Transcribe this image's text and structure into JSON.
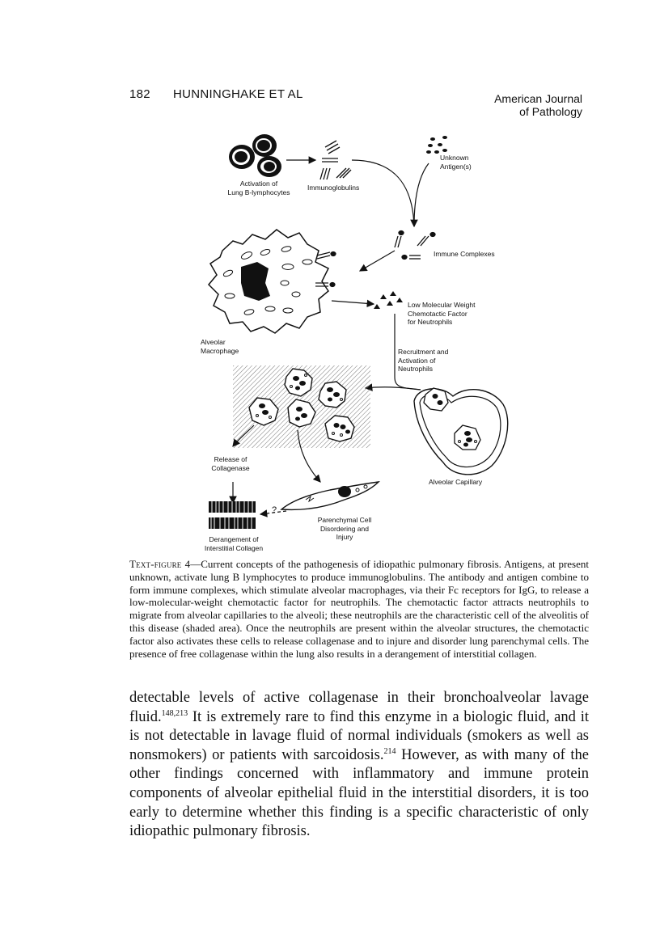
{
  "header": {
    "page_number": "182",
    "authors": "HUNNINGHAKE ET AL",
    "journal_line1": "American Journal",
    "journal_line2": "of Pathology"
  },
  "figure": {
    "labels": {
      "b_lymphocytes_1": "Activation of",
      "b_lymphocytes_2": "Lung B-lymphocytes",
      "immunoglobulins": "Immunoglobulins",
      "antigens_1": "Unknown",
      "antigens_2": "Antigen(s)",
      "immune_complexes": "Immune Complexes",
      "chemotactic_1": "Low Molecular Weight",
      "chemotactic_2": "Chemotactic Factor",
      "chemotactic_3": "for Neutrophils",
      "macrophage_1": "Alveolar",
      "macrophage_2": "Macrophage",
      "recruitment_1": "Recruitment and",
      "recruitment_2": "Activation of",
      "recruitment_3": "Neutrophils",
      "release_1": "Release of",
      "release_2": "Collagenase",
      "capillary": "Alveolar Capillary",
      "question": "?",
      "parenchymal_1": "Parenchymal Cell",
      "parenchymal_2": "Disordering and",
      "parenchymal_3": "Injury",
      "derangement_1": "Derangement of",
      "derangement_2": "Interstitial Collagen"
    }
  },
  "caption": {
    "label": "Text-figure 4",
    "text": "—Current concepts of the pathogenesis of idiopathic pulmonary fibrosis. Antigens, at present unknown, activate lung B lymphocytes to produce immunoglobulins. The antibody and antigen combine to form immune complexes, which stimulate alveolar macrophages, via their Fc receptors for IgG, to release a low-molecular-weight chemotactic factor for neutrophils. The chemotactic factor attracts neutrophils to migrate from alveolar capillaries to the alveoli; these neutrophils are the characteristic cell of the alveolitis of this disease (shaded area). Once the neutrophils are present within the alveolar structures, the chemotactic factor also activates these cells to release collagenase and to injure and disorder lung parenchymal cells. The presence of free collagenase within the lung also results in a derangement of interstitial collagen."
  },
  "body": {
    "part1": "detectable levels of active collagenase in their bronchoalveolar lavage fluid.",
    "ref1": "148,213",
    "part2": " It is extremely rare to find this enzyme in a biologic fluid, and it is not detectable in lavage fluid of normal individuals (smokers as well as nonsmokers) or patients with sarcoidosis.",
    "ref2": "214",
    "part3": " However, as with many of the other findings concerned with inflammatory and immune protein components of alveolar epithelial fluid in the interstitial disorders, it is too early to determine whether this finding is a specific characteristic of only idiopathic pulmonary fibrosis."
  }
}
